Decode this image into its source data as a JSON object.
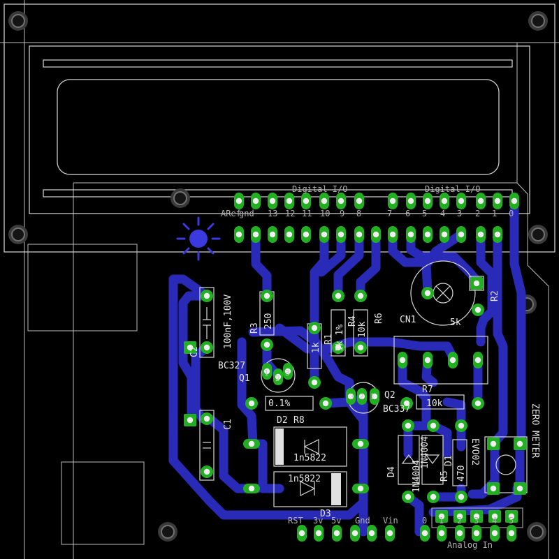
{
  "labels": {
    "digital_io_left": "Digital I/O",
    "digital_io_right": "Digital I/O",
    "aref": "ARef",
    "gnd": "gnd",
    "pin13": "13",
    "pin12": "12",
    "pin11": "11",
    "pin10": "10",
    "pin9": "9",
    "pin8": "8",
    "pin7": "7",
    "pin6": "6",
    "pin5": "5",
    "pin4": "4",
    "pin3": "3",
    "pin2": "2",
    "pin1": "1",
    "pin0": "0",
    "c2_name": "C2",
    "c2_value": "100nF,100V",
    "r3_name": "R3",
    "r3_value": "250",
    "q1_name": "Q1",
    "q1_part": "BC327",
    "q1_pin1": "1",
    "q1_pin2": "2",
    "q1_pin3": "3",
    "r1_name": "R1",
    "r1_value": "1k",
    "r4_name": "R4",
    "r4_value": "1k 1%",
    "r6_name": "R6",
    "r6_value": "10k",
    "cn1_name": "CN1",
    "cn1_value": "5k",
    "r2_name": "R2",
    "q2_name": "Q2",
    "q2_part": "BC337",
    "q2_pin1": "1",
    "q2_pin2": "2",
    "q2_pin3": "3",
    "r7_name": "R7",
    "r7_value": "10k",
    "c1_name": "C1",
    "r8_name": "R8",
    "r8_value": "0.1%",
    "d2_name": "D2",
    "d2_part": "1n5822",
    "d3_name": "D3",
    "d3_part": "1n5822",
    "d4_name": "D4",
    "d4_part": "1N4004",
    "d1_name": "D1",
    "d1_part": "1N4004",
    "r5_name": "R5",
    "r5_value": "470",
    "title_evo": "EVO02",
    "title_meter": "ZERO METER",
    "rst": "RST",
    "v3": "3v",
    "v5": "5v",
    "gnd2": "Gnd",
    "vin": "Vin",
    "a0": "0",
    "a1": "1",
    "a2": "2",
    "a3": "3",
    "a4": "4",
    "a5": "5",
    "analog_in": "Analog In"
  },
  "colors": {
    "background": "#000000",
    "trace": "#2a2ab8",
    "pad": "#22b022",
    "drill": "#f0f0f0",
    "silkscreen": "#d8d8d8",
    "outline": "#bdbdbd",
    "led": "#3a3ae0"
  },
  "icons": {
    "status_led": "led-sun-icon"
  }
}
